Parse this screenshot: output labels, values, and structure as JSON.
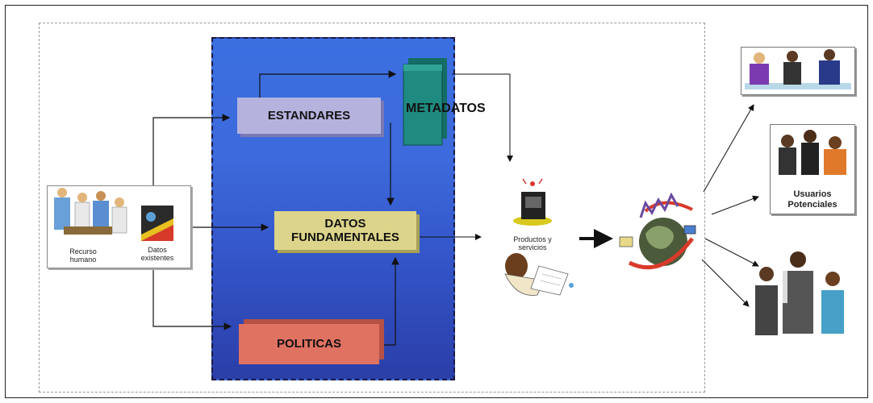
{
  "diagram": {
    "estandares": "ESTANDARES",
    "metadatos": "METADATOS",
    "datos_fundamentales_line1": "DATOS",
    "datos_fundamentales_line2": "FUNDAMENTALES",
    "politicas": "POLITICAS",
    "recurso_line1": "Recurso",
    "recurso_line2": "humano",
    "datos_exist_line1": "Datos",
    "datos_exist_line2": "existentes",
    "productos_line1": "Productos y",
    "productos_line2": "servicios",
    "usuarios_line1": "Usuarios",
    "usuarios_line2": "Potenciales"
  },
  "colors": {
    "panel_blue": "#3b6fe0",
    "estandares_box": "#b5b3de",
    "datos_box": "#dcd48a",
    "politicas_box": "#e07262",
    "metadatos_doc": "#1f8a80"
  }
}
